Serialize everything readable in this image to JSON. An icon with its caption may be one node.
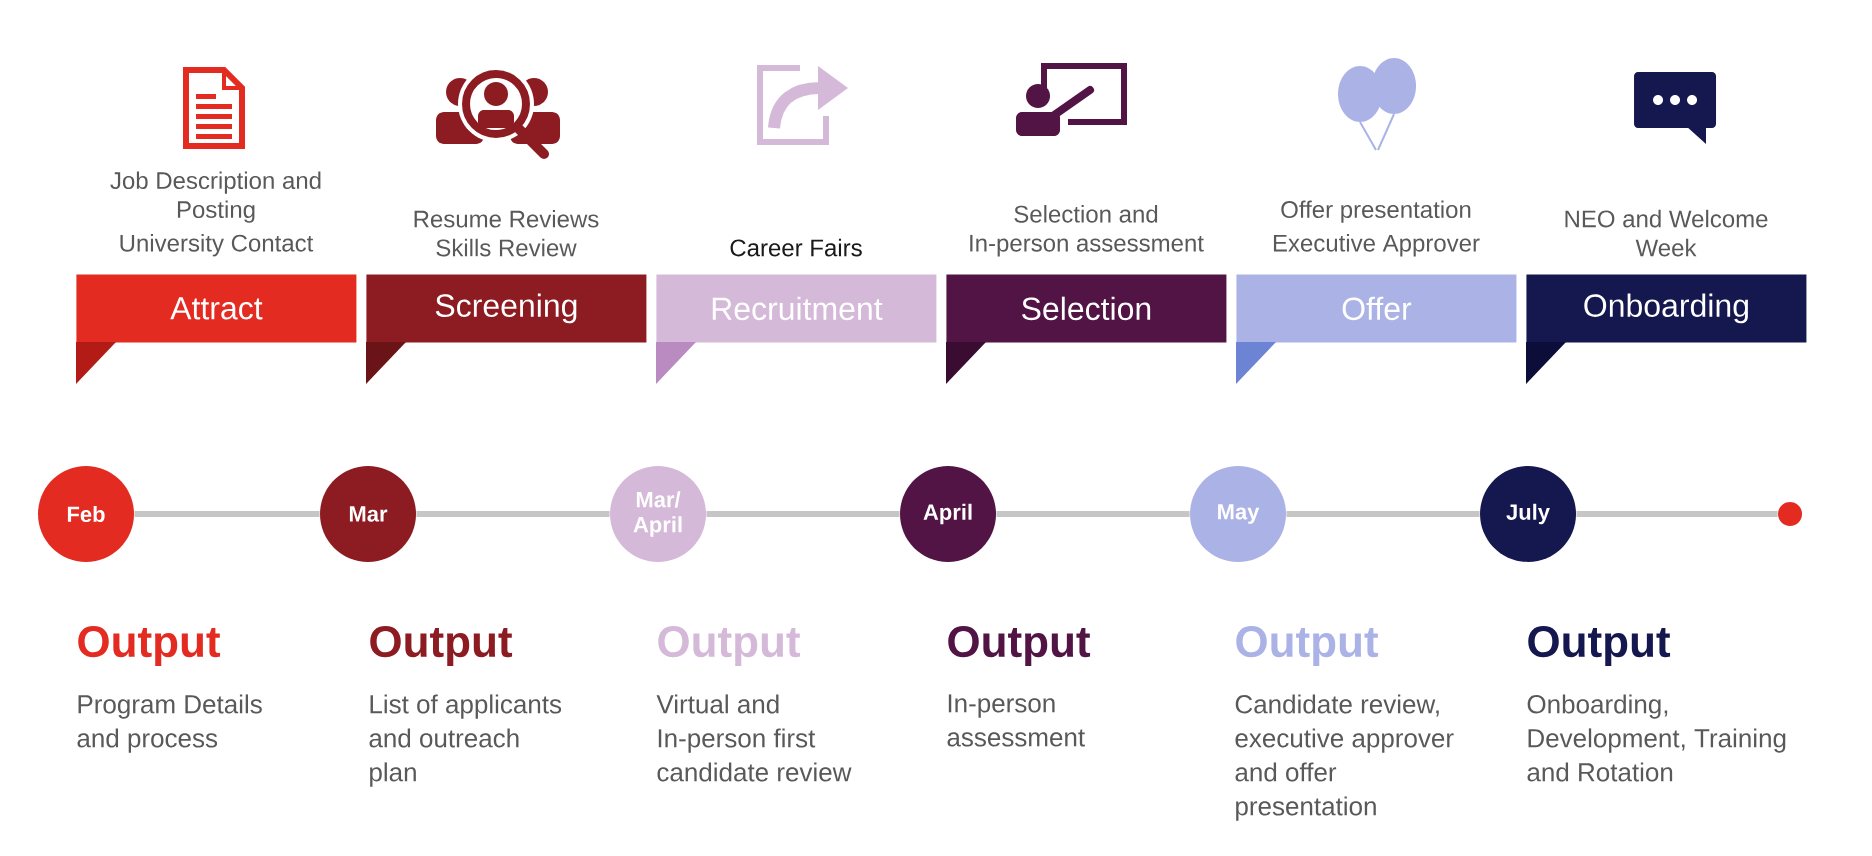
{
  "diagram": {
    "nodes": [
      {
        "text": [
          "Attract"
        ],
        "beside": [
          "Job Description and Posting",
          "University Contact"
        ]
      },
      {
        "text": [
          "Screening"
        ],
        "beside": [
          "Resume Reviews",
          "Skills Review"
        ]
      },
      {
        "text": [
          "Recruitment"
        ],
        "beside": [
          "Career Fairs"
        ]
      },
      {
        "text": [
          "Selection"
        ],
        "beside": [
          "Selection and In-person assessment"
        ]
      },
      {
        "text": [
          "Offer"
        ],
        "beside": [
          "Offer presentation",
          "Executive Approver"
        ]
      },
      {
        "text": [
          "Onboarding"
        ],
        "beside": [
          "NEO and Welcome Week"
        ]
      },
      {
        "text": [
          "Feb"
        ],
        "beside": [
          "Output",
          "Program Details and process"
        ]
      },
      {
        "text": [
          "Mar"
        ],
        "beside": [
          "Output",
          "List of applicants and outreach plan"
        ]
      },
      {
        "text": [
          "Mar/ April"
        ],
        "beside": [
          "Output",
          "Virtual and In-person first candidate review"
        ]
      },
      {
        "text": [
          "April"
        ],
        "beside": [
          "Output",
          "In-person assessment"
        ]
      },
      {
        "text": [
          "May"
        ],
        "beside": [
          "Output",
          "Candidate review, executive approver and offer presentation"
        ]
      },
      {
        "text": [
          "July"
        ],
        "beside": [
          "Output",
          "Onboarding, Development, Training and Rotation"
        ]
      },
      {
        "text": [],
        "shape": "circle"
      }
    ],
    "edges": [
      {
        "from": 6,
        "to": 7,
        "arrow": "none"
      },
      {
        "from": 7,
        "to": 8,
        "arrow": "none"
      },
      {
        "from": 8,
        "to": 9,
        "arrow": "none"
      },
      {
        "from": 9,
        "to": 10,
        "arrow": "none"
      },
      {
        "from": 10,
        "to": 11,
        "arrow": "none"
      },
      {
        "from": 11,
        "to": 12,
        "arrow": "none"
      }
    ]
  }
}
